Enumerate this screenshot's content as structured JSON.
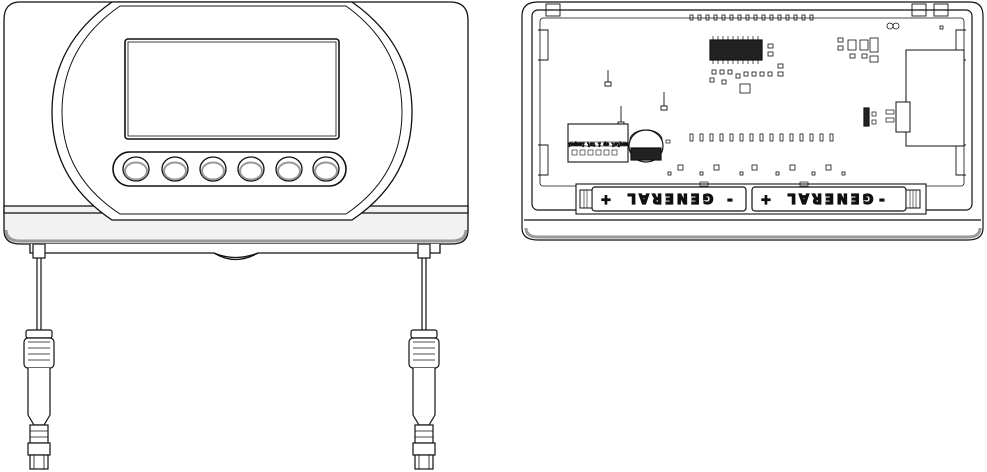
{
  "figure": {
    "front_view": {
      "button_count": 6
    },
    "interior_view": {
      "batteries": [
        {
          "brand": "GENERAL",
          "plus": "+",
          "minus": "-"
        },
        {
          "brand": "GENERAL",
          "plus": "+",
          "minus": "-"
        }
      ],
      "module_label": "moqlol op i tol inopoi"
    }
  },
  "colors": {
    "line": "#111111",
    "shadow": "#bfbfbf",
    "background": "#ffffff"
  }
}
